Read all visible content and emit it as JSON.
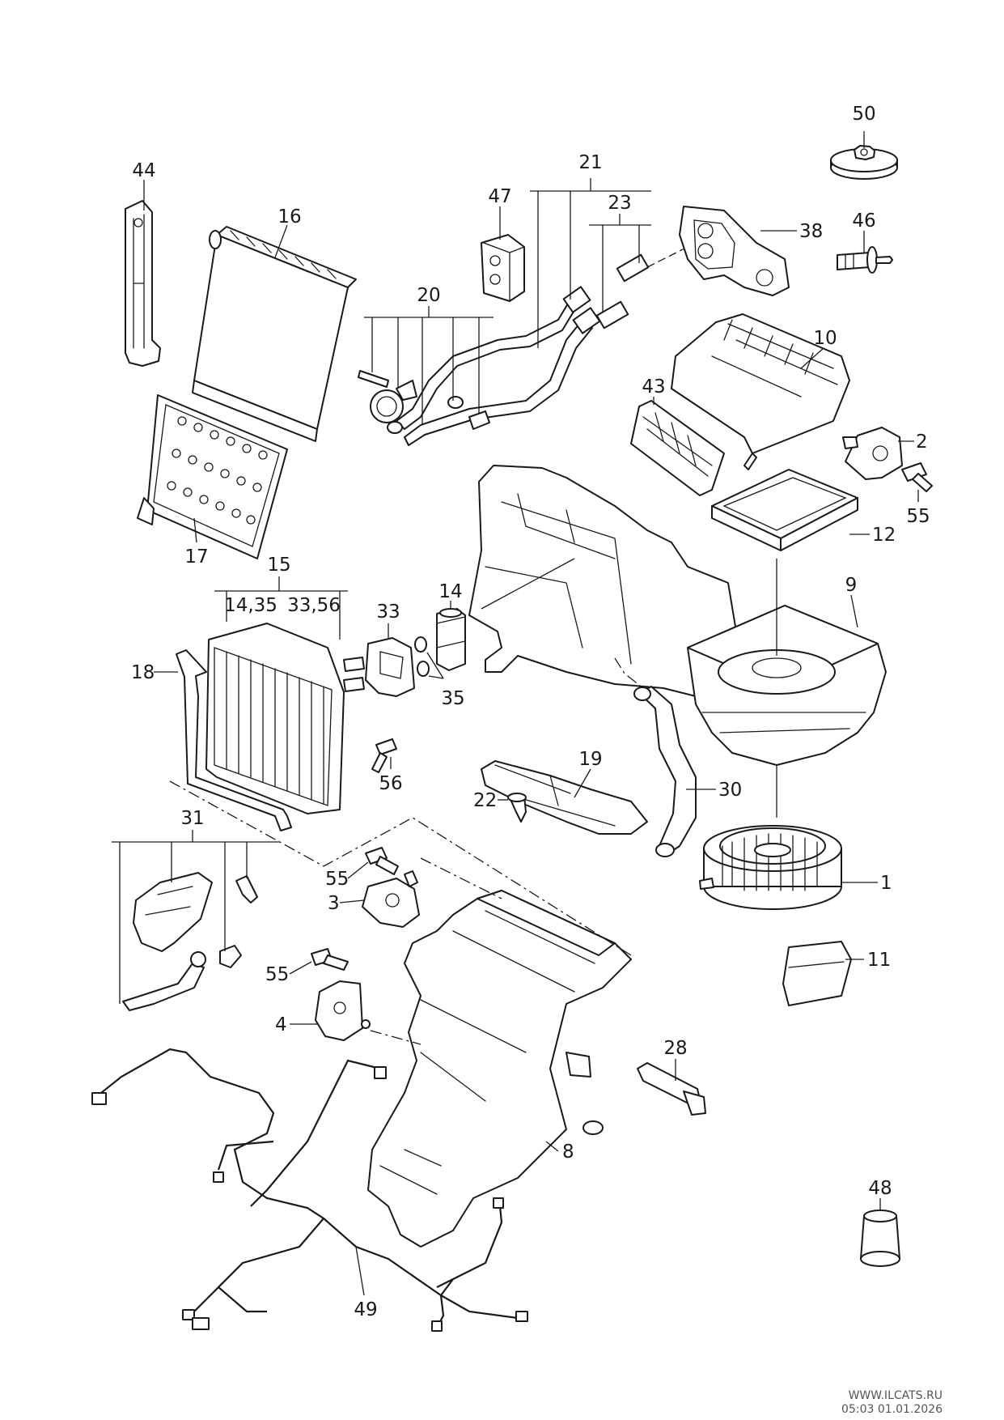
{
  "callouts": [
    {
      "id": "1",
      "text": "1"
    },
    {
      "id": "2",
      "text": "2"
    },
    {
      "id": "3",
      "text": "3"
    },
    {
      "id": "4",
      "text": "4"
    },
    {
      "id": "8",
      "text": "8"
    },
    {
      "id": "9",
      "text": "9"
    },
    {
      "id": "10",
      "text": "10"
    },
    {
      "id": "11",
      "text": "11"
    },
    {
      "id": "12",
      "text": "12"
    },
    {
      "id": "14",
      "text": "14"
    },
    {
      "id": "15",
      "text": "15"
    },
    {
      "id": "14_35",
      "text": "14,35"
    },
    {
      "id": "33_56",
      "text": "33,56"
    },
    {
      "id": "16",
      "text": "16"
    },
    {
      "id": "17",
      "text": "17"
    },
    {
      "id": "18",
      "text": "18"
    },
    {
      "id": "19",
      "text": "19"
    },
    {
      "id": "20",
      "text": "20"
    },
    {
      "id": "21",
      "text": "21"
    },
    {
      "id": "22",
      "text": "22"
    },
    {
      "id": "23",
      "text": "23"
    },
    {
      "id": "28",
      "text": "28"
    },
    {
      "id": "30",
      "text": "30"
    },
    {
      "id": "31",
      "text": "31"
    },
    {
      "id": "33",
      "text": "33"
    },
    {
      "id": "35",
      "text": "35"
    },
    {
      "id": "38",
      "text": "38"
    },
    {
      "id": "43",
      "text": "43"
    },
    {
      "id": "44",
      "text": "44"
    },
    {
      "id": "46",
      "text": "46"
    },
    {
      "id": "47",
      "text": "47"
    },
    {
      "id": "48",
      "text": "48"
    },
    {
      "id": "49",
      "text": "49"
    },
    {
      "id": "50",
      "text": "50"
    },
    {
      "id": "55a",
      "text": "55"
    },
    {
      "id": "55b",
      "text": "55"
    },
    {
      "id": "55c",
      "text": "55"
    },
    {
      "id": "56",
      "text": "56"
    }
  ],
  "watermark": {
    "site": "WWW.ILCATS.RU",
    "timestamp": "05:03 01.01.2026"
  }
}
